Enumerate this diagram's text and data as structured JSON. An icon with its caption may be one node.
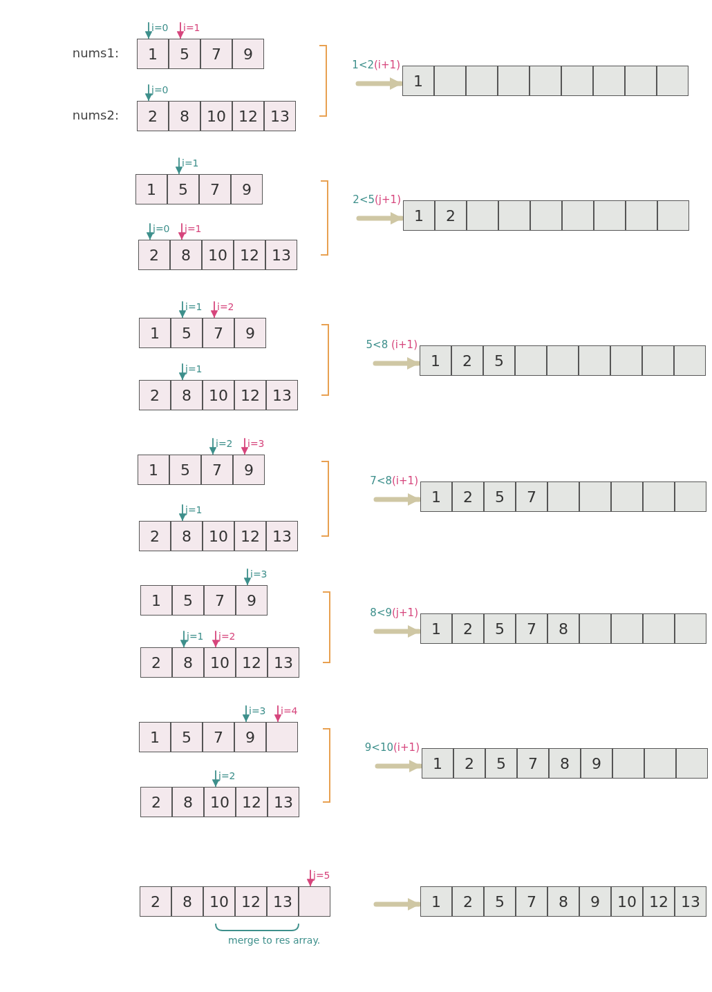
{
  "diagram": {
    "nodes": [
      {
        "text": [
          "i=0"
        ]
      },
      {
        "text": [
          "i=1"
        ]
      },
      {
        "text": [],
        "shape": "bar",
        "beside": [
          "nums1:"
        ]
      },
      {
        "text": [
          "1"
        ],
        "in": 2
      },
      {
        "text": [
          "5"
        ],
        "in": 2
      },
      {
        "text": [
          "7"
        ],
        "in": 2
      },
      {
        "text": [
          "9"
        ],
        "in": 2
      },
      {
        "text": [
          "j=0"
        ]
      },
      {
        "text": [],
        "shape": "bar",
        "beside": [
          "nums2:"
        ]
      },
      {
        "text": [
          "2"
        ],
        "in": 8
      },
      {
        "text": [
          "8"
        ],
        "in": 8
      },
      {
        "text": [
          "10"
        ],
        "in": 8
      },
      {
        "text": [
          "12"
        ],
        "in": 8
      },
      {
        "text": [
          "13"
        ],
        "in": 8
      },
      {
        "text": [],
        "shape": "bar"
      },
      {
        "text": [
          "1"
        ],
        "in": 14
      },
      {
        "text": [],
        "shape": "box",
        "in": 14
      },
      {
        "text": [],
        "shape": "box",
        "in": 14
      },
      {
        "text": [],
        "shape": "box",
        "in": 14
      },
      {
        "text": [],
        "shape": "box",
        "in": 14
      },
      {
        "text": [],
        "shape": "box",
        "in": 14
      },
      {
        "text": [],
        "shape": "box",
        "in": 14
      },
      {
        "text": [],
        "shape": "box",
        "in": 14
      },
      {
        "text": [],
        "shape": "box",
        "in": 14
      },
      {
        "text": [
          "i=1"
        ]
      },
      {
        "text": [],
        "shape": "bar"
      },
      {
        "text": [
          "1"
        ],
        "in": 25
      },
      {
        "text": [
          "5"
        ],
        "in": 25
      },
      {
        "text": [
          "7"
        ],
        "in": 25
      },
      {
        "text": [
          "9"
        ],
        "in": 25
      },
      {
        "text": [
          "j=0"
        ]
      },
      {
        "text": [
          "j=1"
        ]
      },
      {
        "text": [],
        "shape": "bar"
      },
      {
        "text": [
          "2"
        ],
        "in": 32
      },
      {
        "text": [
          "8"
        ],
        "in": 32
      },
      {
        "text": [
          "10"
        ],
        "in": 32
      },
      {
        "text": [
          "12"
        ],
        "in": 32
      },
      {
        "text": [
          "13"
        ],
        "in": 32
      },
      {
        "text": [],
        "shape": "bar"
      },
      {
        "text": [
          "1"
        ],
        "in": 38
      },
      {
        "text": [
          "2"
        ],
        "in": 38
      },
      {
        "text": [],
        "shape": "box",
        "in": 38
      },
      {
        "text": [],
        "shape": "box",
        "in": 38
      },
      {
        "text": [],
        "shape": "box",
        "in": 38
      },
      {
        "text": [],
        "shape": "box",
        "in": 38
      },
      {
        "text": [],
        "shape": "box",
        "in": 38
      },
      {
        "text": [],
        "shape": "box",
        "in": 38
      },
      {
        "text": [],
        "shape": "box",
        "in": 38
      },
      {
        "text": [
          "i=1"
        ]
      },
      {
        "text": [
          "i=2"
        ]
      },
      {
        "text": [],
        "shape": "bar"
      },
      {
        "text": [
          "1"
        ],
        "in": 50
      },
      {
        "text": [
          "5"
        ],
        "in": 50
      },
      {
        "text": [
          "7"
        ],
        "in": 50
      },
      {
        "text": [
          "9"
        ],
        "in": 50
      },
      {
        "text": [
          "j=1"
        ]
      },
      {
        "text": [],
        "shape": "bar"
      },
      {
        "text": [
          "2"
        ],
        "in": 56
      },
      {
        "text": [
          "8"
        ],
        "in": 56
      },
      {
        "text": [
          "10"
        ],
        "in": 56
      },
      {
        "text": [
          "12"
        ],
        "in": 56
      },
      {
        "text": [
          "13"
        ],
        "in": 56
      },
      {
        "text": [],
        "shape": "bar"
      },
      {
        "text": [
          "1"
        ],
        "in": 62
      },
      {
        "text": [
          "2"
        ],
        "in": 62
      },
      {
        "text": [
          "5"
        ],
        "in": 62
      },
      {
        "text": [],
        "shape": "box",
        "in": 62
      },
      {
        "text": [],
        "shape": "box",
        "in": 62
      },
      {
        "text": [],
        "shape": "box",
        "in": 62
      },
      {
        "text": [],
        "shape": "box",
        "in": 62
      },
      {
        "text": [],
        "shape": "box",
        "in": 62
      },
      {
        "text": [],
        "shape": "box",
        "in": 62
      },
      {
        "text": [
          "i=2"
        ]
      },
      {
        "text": [
          "i=3"
        ]
      },
      {
        "text": [],
        "shape": "bar"
      },
      {
        "text": [
          "1"
        ],
        "in": 74
      },
      {
        "text": [
          "5"
        ],
        "in": 74
      },
      {
        "text": [
          "7"
        ],
        "in": 74
      },
      {
        "text": [
          "9"
        ],
        "in": 74
      },
      {
        "text": [
          "j=1"
        ]
      },
      {
        "text": [],
        "shape": "bar"
      },
      {
        "text": [
          "2"
        ],
        "in": 80
      },
      {
        "text": [
          "8"
        ],
        "in": 80
      },
      {
        "text": [
          "10"
        ],
        "in": 80
      },
      {
        "text": [
          "12"
        ],
        "in": 80
      },
      {
        "text": [
          "13"
        ],
        "in": 80
      },
      {
        "text": [],
        "shape": "bar"
      },
      {
        "text": [
          "1"
        ],
        "in": 86
      },
      {
        "text": [
          "2"
        ],
        "in": 86
      },
      {
        "text": [
          "5"
        ],
        "in": 86
      },
      {
        "text": [
          "7"
        ],
        "in": 86
      },
      {
        "text": [],
        "shape": "box",
        "in": 86
      },
      {
        "text": [],
        "shape": "box",
        "in": 86
      },
      {
        "text": [],
        "shape": "box",
        "in": 86
      },
      {
        "text": [],
        "shape": "box",
        "in": 86
      },
      {
        "text": [],
        "shape": "box",
        "in": 86
      },
      {
        "text": [
          "i=3"
        ]
      },
      {
        "text": [],
        "shape": "bar"
      },
      {
        "text": [
          "1"
        ],
        "in": 97
      },
      {
        "text": [
          "5"
        ],
        "in": 97
      },
      {
        "text": [
          "7"
        ],
        "in": 97
      },
      {
        "text": [
          "9"
        ],
        "in": 97
      },
      {
        "text": [
          "j=1"
        ]
      },
      {
        "text": [
          "j=2"
        ]
      },
      {
        "text": [],
        "shape": "bar"
      },
      {
        "text": [
          "2"
        ],
        "in": 104
      },
      {
        "text": [
          "8"
        ],
        "in": 104
      },
      {
        "text": [
          "10"
        ],
        "in": 104
      },
      {
        "text": [
          "12"
        ],
        "in": 104
      },
      {
        "text": [
          "13"
        ],
        "in": 104
      },
      {
        "text": [],
        "shape": "bar"
      },
      {
        "text": [
          "1"
        ],
        "in": 110
      },
      {
        "text": [
          "2"
        ],
        "in": 110
      },
      {
        "text": [
          "5"
        ],
        "in": 110
      },
      {
        "text": [
          "7"
        ],
        "in": 110
      },
      {
        "text": [
          "8"
        ],
        "in": 110
      },
      {
        "text": [],
        "shape": "box",
        "in": 110
      },
      {
        "text": [],
        "shape": "box",
        "in": 110
      },
      {
        "text": [],
        "shape": "box",
        "in": 110
      },
      {
        "text": [],
        "shape": "box",
        "in": 110
      },
      {
        "text": [
          "i=3"
        ]
      },
      {
        "text": [
          "i=4"
        ]
      },
      {
        "text": [],
        "shape": "bar"
      },
      {
        "text": [
          "1"
        ],
        "in": 122
      },
      {
        "text": [
          "5"
        ],
        "in": 122
      },
      {
        "text": [
          "7"
        ],
        "in": 122
      },
      {
        "text": [
          "9"
        ],
        "in": 122
      },
      {
        "text": [],
        "shape": "box",
        "in": 122
      },
      {
        "text": [
          "j=2"
        ]
      },
      {
        "text": [],
        "shape": "bar"
      },
      {
        "text": [
          "2"
        ],
        "in": 129
      },
      {
        "text": [
          "8"
        ],
        "in": 129
      },
      {
        "text": [
          "10"
        ],
        "in": 129
      },
      {
        "text": [
          "12"
        ],
        "in": 129
      },
      {
        "text": [
          "13"
        ],
        "in": 129
      },
      {
        "text": [],
        "shape": "bar"
      },
      {
        "text": [
          "1"
        ],
        "in": 135
      },
      {
        "text": [
          "2"
        ],
        "in": 135
      },
      {
        "text": [
          "5"
        ],
        "in": 135
      },
      {
        "text": [
          "7"
        ],
        "in": 135
      },
      {
        "text": [
          "8"
        ],
        "in": 135
      },
      {
        "text": [
          "9"
        ],
        "in": 135
      },
      {
        "text": [],
        "shape": "box",
        "in": 135
      },
      {
        "text": [],
        "shape": "box",
        "in": 135
      },
      {
        "text": [],
        "shape": "box",
        "in": 135
      },
      {
        "text": [
          "j=5"
        ]
      },
      {
        "text": [],
        "shape": "bar"
      },
      {
        "text": [
          "2"
        ],
        "in": 146
      },
      {
        "text": [
          "8"
        ],
        "in": 146
      },
      {
        "text": [
          "10"
        ],
        "in": 146
      },
      {
        "text": [
          "12"
        ],
        "in": 146
      },
      {
        "text": [
          "13"
        ],
        "in": 146
      },
      {
        "text": [],
        "shape": "box",
        "in": 146
      },
      {
        "text": [],
        "shape": "bar"
      },
      {
        "text": [
          "1"
        ],
        "in": 153
      },
      {
        "text": [
          "2"
        ],
        "in": 153
      },
      {
        "text": [
          "5"
        ],
        "in": 153
      },
      {
        "text": [
          "7"
        ],
        "in": 153
      },
      {
        "text": [
          "8"
        ],
        "in": 153
      },
      {
        "text": [
          "9"
        ],
        "in": 153
      },
      {
        "text": [
          "10"
        ],
        "in": 153
      },
      {
        "text": [
          "12"
        ],
        "in": 153
      },
      {
        "text": [
          "13"
        ],
        "in": 153
      }
    ],
    "edges": [
      {
        "from": 0,
        "to": 3,
        "arrow": "to",
        "color": "#3d8f8b"
      },
      {
        "from": 1,
        "to": 4,
        "arrow": "to",
        "color": "#d6457c"
      },
      {
        "from": 7,
        "to": 9,
        "arrow": "to",
        "color": "#3d8f8b"
      },
      {
        "from": null,
        "to": 14,
        "arrow": "to",
        "label": "1<2(i+1)",
        "style": "thick",
        "color": "#cfc7a4"
      },
      {
        "from": 24,
        "to": 27,
        "arrow": "to",
        "color": "#3d8f8b"
      },
      {
        "from": 30,
        "to": 33,
        "arrow": "to",
        "color": "#3d8f8b"
      },
      {
        "from": 31,
        "to": 34,
        "arrow": "to",
        "color": "#d6457c"
      },
      {
        "from": null,
        "to": 38,
        "arrow": "to",
        "label": "2<5(j+1)",
        "style": "thick",
        "color": "#cfc7a4"
      },
      {
        "from": 48,
        "to": 52,
        "arrow": "to",
        "color": "#3d8f8b"
      },
      {
        "from": 49,
        "to": 53,
        "arrow": "to",
        "color": "#d6457c"
      },
      {
        "from": 55,
        "to": 58,
        "arrow": "to",
        "color": "#3d8f8b"
      },
      {
        "from": null,
        "to": 62,
        "arrow": "to",
        "label": "5<8 (i+1)",
        "style": "thick",
        "color": "#cfc7a4"
      },
      {
        "from": 72,
        "to": 77,
        "arrow": "to",
        "color": "#3d8f8b"
      },
      {
        "from": 73,
        "to": 78,
        "arrow": "to",
        "color": "#d6457c"
      },
      {
        "from": 79,
        "to": 82,
        "arrow": "to",
        "color": "#3d8f8b"
      },
      {
        "from": null,
        "to": 86,
        "arrow": "to",
        "label": "7<8(i+1)",
        "style": "thick",
        "color": "#cfc7a4"
      },
      {
        "from": 96,
        "to": 101,
        "arrow": "to",
        "color": "#3d8f8b"
      },
      {
        "from": 102,
        "to": 106,
        "arrow": "to",
        "color": "#3d8f8b"
      },
      {
        "from": 103,
        "to": 107,
        "arrow": "to",
        "color": "#d6457c"
      },
      {
        "from": null,
        "to": 110,
        "arrow": "to",
        "label": "8<9(j+1)",
        "style": "thick",
        "color": "#cfc7a4"
      },
      {
        "from": 120,
        "to": 126,
        "arrow": "to",
        "color": "#3d8f8b"
      },
      {
        "from": 121,
        "to": 127,
        "arrow": "to",
        "color": "#d6457c"
      },
      {
        "from": 128,
        "to": 132,
        "arrow": "to",
        "color": "#3d8f8b"
      },
      {
        "from": null,
        "to": 135,
        "arrow": "to",
        "label": "9<10(i+1)",
        "style": "thick",
        "color": "#cfc7a4"
      },
      {
        "from": 145,
        "to": 152,
        "arrow": "to",
        "color": "#d6457c"
      },
      {
        "from": null,
        "to": 153,
        "arrow": "to",
        "style": "thick",
        "color": "#cfc7a4"
      }
    ],
    "labels": [
      "merge to res array."
    ]
  }
}
